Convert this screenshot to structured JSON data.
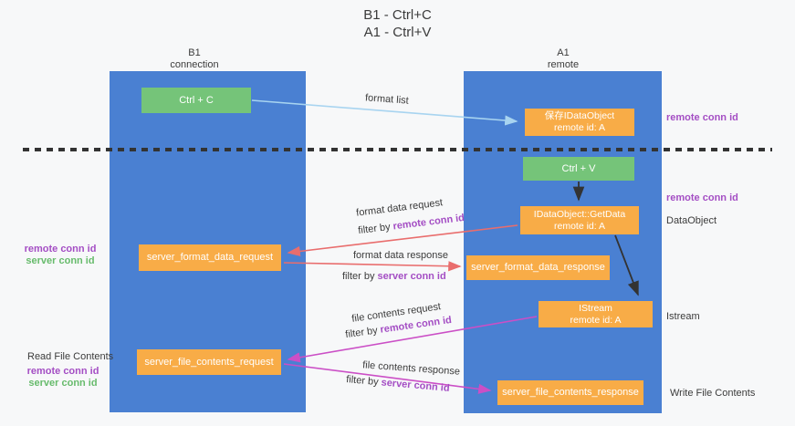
{
  "title": {
    "line1": "B1 - Ctrl+C",
    "line2": "A1 - Ctrl+V"
  },
  "lanes": {
    "b1": {
      "name": "B1",
      "role": "connection"
    },
    "a1": {
      "name": "A1",
      "role": "remote"
    }
  },
  "boxes": {
    "ctrl_c": {
      "label": "Ctrl + C"
    },
    "ctrl_v": {
      "label": "Ctrl + V"
    },
    "save_idataobject": {
      "line1": "保存IDataObject",
      "line2": "remote id: A"
    },
    "idataobject_getdata": {
      "line1": "IDataObject::GetData",
      "line2": "remote id: A"
    },
    "istream": {
      "line1": "IStream",
      "line2": "remote id: A"
    },
    "server_format_data_request": {
      "label": "server_format_data_request"
    },
    "server_format_data_response": {
      "label": "server_format_data_response"
    },
    "server_file_contents_request": {
      "label": "server_file_contents_request"
    },
    "server_file_contents_response": {
      "label": "server_file_contents_response"
    }
  },
  "side_labels": {
    "remote_conn_id_top": "remote conn id",
    "remote_conn_id_mid": "remote conn id",
    "dataobject": "DataObject",
    "istream": "Istream",
    "write_file_contents": "Write File Contents",
    "read_file_contents": "Read File Contents",
    "left_mid": {
      "remote": "remote conn id",
      "server": "server conn id"
    },
    "left_bottom": {
      "remote": "remote conn id",
      "server": "server conn id"
    }
  },
  "flow_labels": {
    "format_list": "format list",
    "format_data_request": "format data request",
    "format_data_request_filter": {
      "prefix": "filter by ",
      "id": "remote conn id"
    },
    "format_data_response": "format data response",
    "format_data_response_filter": {
      "prefix": "filter by ",
      "id": "server conn id"
    },
    "file_contents_request": "file contents request",
    "file_contents_request_filter": {
      "prefix": "filter by ",
      "id": "remote conn id"
    },
    "file_contents_response": "file contents response",
    "file_contents_response_filter": {
      "prefix": "filter by ",
      "id": "server conn id"
    }
  },
  "colors": {
    "background": "#f7f8f9",
    "lane_blue": "#4a80d2",
    "box_green": "#75c479",
    "box_orange": "#f8ac47",
    "arrow_red": "#e96d6d",
    "arrow_magenta": "#cb4fc6",
    "arrow_lightblue": "#a8d4f0",
    "arrow_black": "#333333",
    "text_purple": "#a44ec4",
    "text_green": "#67bb6c",
    "text_dark": "#3b3b3b"
  }
}
